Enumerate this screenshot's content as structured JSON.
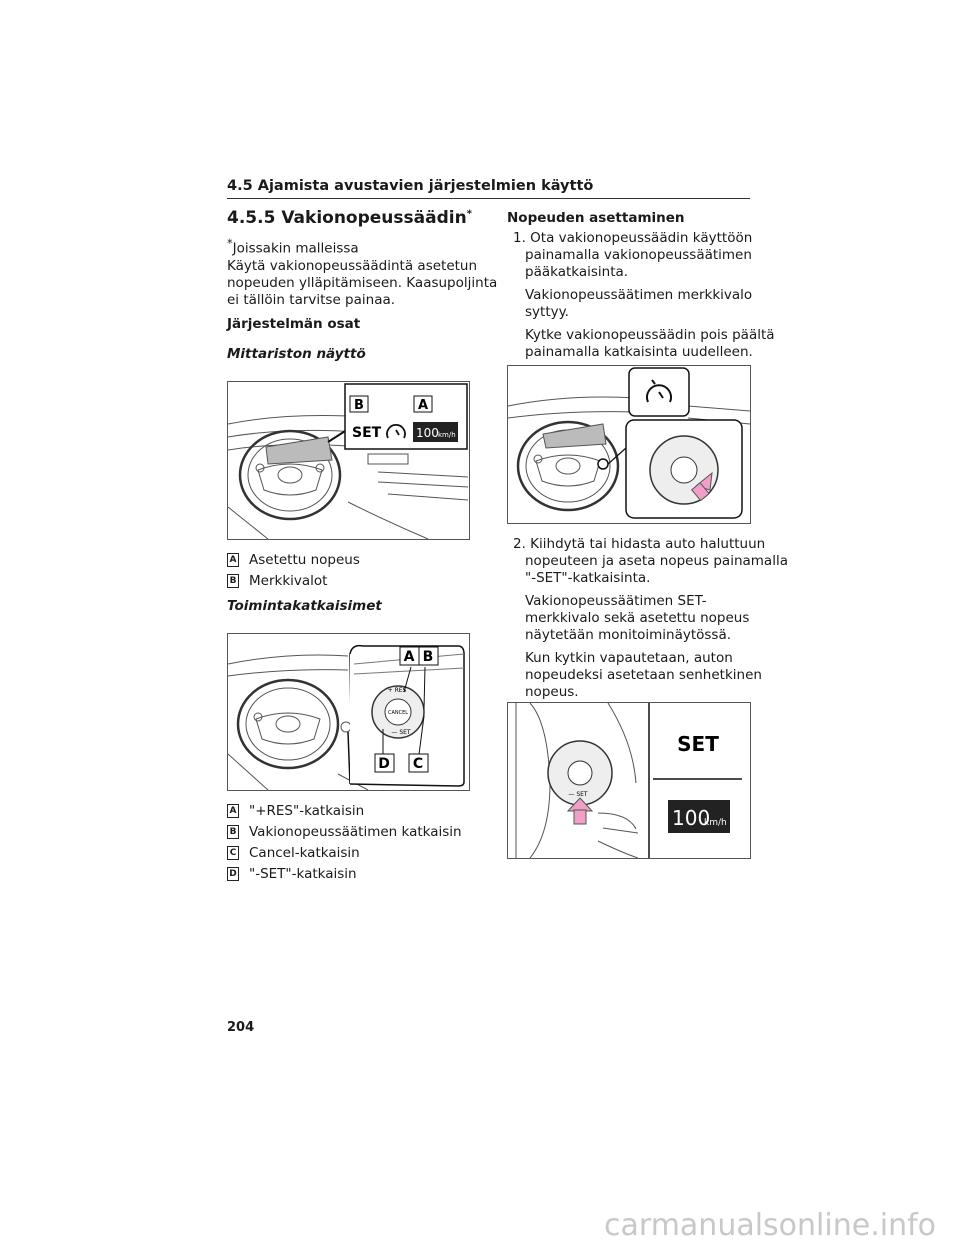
{
  "header": {
    "section": "4.5 Ajamista avustavien järjestelmien käyttö"
  },
  "title": {
    "main": "4.5.5 Vakionopeussäädin",
    "mark": "*"
  },
  "footnote": {
    "mark": "*",
    "text": "Joissakin malleissa"
  },
  "intro": [
    "Käytä vakionopeussäädintä asetetun",
    "nopeuden ylläpitämiseen. Kaasupoljinta",
    "ei tällöin tarvitse painaa."
  ],
  "components_heading": "Järjestelmän osat",
  "meter_heading": "Mittariston näyttö",
  "fig1": {
    "label_a": "A",
    "label_b": "B",
    "set": "SET",
    "speed": "100",
    "unit": "km/h"
  },
  "meter_legend": [
    {
      "badge": "A",
      "text": "Asetettu nopeus"
    },
    {
      "badge": "B",
      "text": "Merkkivalot"
    }
  ],
  "switches_heading": "Toimintakatkaisimet",
  "fig2": {
    "a": "A",
    "b": "B",
    "c": "C",
    "d": "D",
    "res": "+ RES",
    "cancel": "CANCEL",
    "set": "— SET"
  },
  "switch_legend": [
    {
      "badge": "A",
      "text": "\"+RES\"-katkaisin"
    },
    {
      "badge": "B",
      "text": "Vakionopeussäätimen katkaisin"
    },
    {
      "badge": "C",
      "text": "Cancel-katkaisin"
    },
    {
      "badge": "D",
      "text": "\"-SET\"-katkaisin"
    }
  ],
  "speed_heading": "Nopeuden asettaminen",
  "step1": {
    "lines": [
      "1. Ota vakionopeussäädin käyttöön",
      "painamalla vakionopeussäätimen",
      "pääkatkaisinta."
    ],
    "note1": [
      "Vakionopeussäätimen merkkivalo",
      "syttyy."
    ],
    "note2": [
      "Kytke vakionopeussäädin pois päältä",
      "painamalla katkaisinta uudelleen."
    ]
  },
  "step2": {
    "lines": [
      "2. Kiihdytä tai hidasta auto haluttuun",
      "nopeuteen ja aseta nopeus painamalla",
      "\"-SET\"-katkaisinta."
    ],
    "note1": [
      "Vakionopeussäätimen SET-",
      "merkkivalo sekä asetettu nopeus",
      "näytetään monitoiminäytössä."
    ],
    "note2": [
      "Kun kytkin vapautetaan, auton",
      "nopeudeksi asetetaan senhetkinen",
      "nopeus."
    ]
  },
  "fig4": {
    "set": "SET",
    "speed": "100",
    "unit": "km/h",
    "switch_set": "— SET"
  },
  "page_number": "204",
  "watermark": "carmanualsonline.info"
}
